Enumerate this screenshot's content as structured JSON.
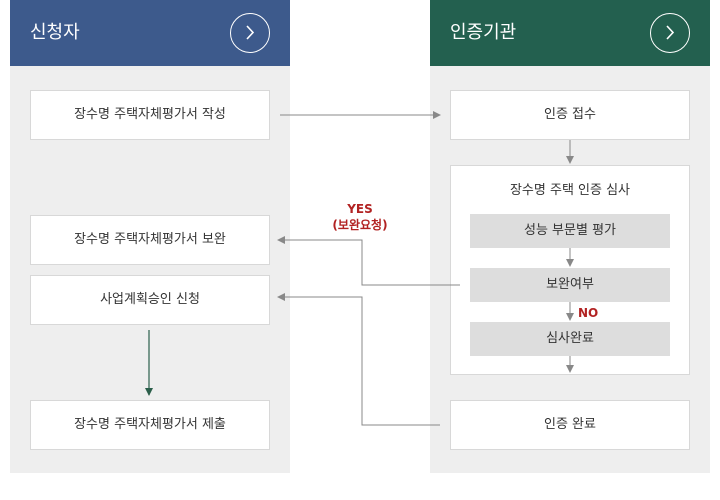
{
  "applicant": {
    "title": "신청자",
    "steps": [
      "장수명 주택자체평가서 작성",
      "장수명 주택자체평가서 보완",
      "사업계획승인 신청",
      "장수명 주택자체평가서 제출"
    ]
  },
  "agency": {
    "title": "인증기관",
    "receipt": "인증 접수",
    "review": {
      "title": "장수명 주택 인증 심사",
      "steps": [
        "성능 부문별 평가",
        "보완여부",
        "심사완료"
      ]
    },
    "complete": "인증 완료"
  },
  "labels": {
    "yes": "YES",
    "yes_sub": "(보완요청)",
    "no": "NO"
  },
  "colors": {
    "applicant_header": "#3d5a8c",
    "agency_header": "#23604f",
    "arrow_gray": "#888888",
    "arrow_green": "#2b5e4a",
    "highlight_red": "#b22222"
  },
  "icons": {
    "header_button": "chevron-right-icon"
  }
}
